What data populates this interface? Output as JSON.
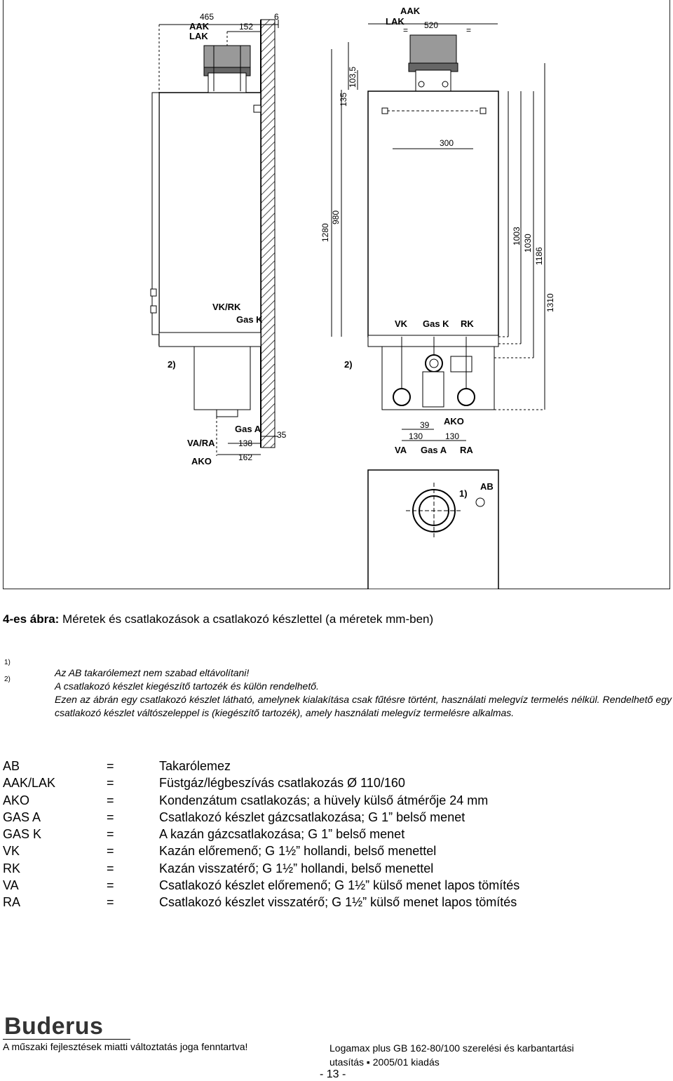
{
  "figure": {
    "left_view": {
      "flue_labels": [
        "AAK",
        "LAK"
      ],
      "dims_top": [
        "465",
        "6",
        "152"
      ],
      "dims_vertical": [
        "1280",
        "980"
      ],
      "conn_labels": [
        "VK/RK",
        "Gas K"
      ],
      "note_2": "2)",
      "bottom_labels": [
        "Gas A",
        "VA/RA",
        "AKO"
      ],
      "dims_bottom": [
        "138",
        "162",
        "35"
      ]
    },
    "right_view": {
      "flue_labels": [
        "AAK",
        "LAK"
      ],
      "dims_top": [
        "520",
        "300"
      ],
      "dims_vertical": [
        "135",
        "103,5",
        "1003",
        "1030",
        "1186",
        "1310"
      ],
      "conn_labels": [
        "VK",
        "Gas K",
        "RK"
      ],
      "note_2": "2)",
      "dims_bottom": [
        "39",
        "130",
        "130"
      ],
      "bottom_labels": [
        "AKO",
        "VA",
        "Gas A",
        "RA"
      ]
    },
    "bottom_view": {
      "note_1": "1)",
      "ab_label": "AB"
    }
  },
  "caption": {
    "prefix": "4-es ábra:",
    "text": " Méretek és csatlakozások a csatlakozó készlettel (a méretek mm-ben)"
  },
  "footnotes": {
    "mark1": "1)",
    "mark2": "2)",
    "note1": "Az AB takarólemezt nem szabad eltávolítani!",
    "note2a": "A csatlakozó készlet kiegészítő tartozék és külön rendelhető.",
    "note2b": "Ezen az ábrán egy csatlakozó készlet látható, amelynek kialakítása csak fűtésre történt, használati melegvíz termelés nélkül. Rendelhető egy csatlakozó készlet váltószeleppel is (kiegészítő tartozék), amely használati melegvíz termelésre alkalmas."
  },
  "legend": [
    {
      "abbr": "AB",
      "eq": "=",
      "desc": "Takarólemez"
    },
    {
      "abbr": "AAK/LAK",
      "eq": "=",
      "desc": "Füstgáz/légbeszívás csatlakozás Ø 110/160"
    },
    {
      "abbr": "AKO",
      "eq": "=",
      "desc": "Kondenzátum csatlakozás; a hüvely külső átmérője 24 mm"
    },
    {
      "abbr": "GAS A",
      "eq": "=",
      "desc": "Csatlakozó készlet gázcsatlakozása; G 1” belső menet"
    },
    {
      "abbr": "GAS K",
      "eq": "=",
      "desc": "A kazán gázcsatlakozása; G 1” belső menet"
    },
    {
      "abbr": "VK",
      "eq": "=",
      "desc": "Kazán előremenő; G 1½” hollandi, belső menettel"
    },
    {
      "abbr": "RK",
      "eq": "=",
      "desc": "Kazán visszatérő; G 1½” hollandi, belső menettel"
    },
    {
      "abbr": "VA",
      "eq": "=",
      "desc": "Csatlakozó készlet előremenő; G 1½” külső menet lapos tömítés"
    },
    {
      "abbr": "RA",
      "eq": "=",
      "desc": "Csatlakozó készlet visszatérő; G 1½” külső menet lapos tömítés"
    }
  ],
  "footer": {
    "logo": "Buderus",
    "left": "A műszaki fejlesztések miatti változtatás joga fenntartva!",
    "right_line1": "Logamax plus GB 162-80/100 szerelési és karbantartási",
    "right_line2": "utasítás ▪ 2005/01 kiadás",
    "page": "- 13 -"
  }
}
